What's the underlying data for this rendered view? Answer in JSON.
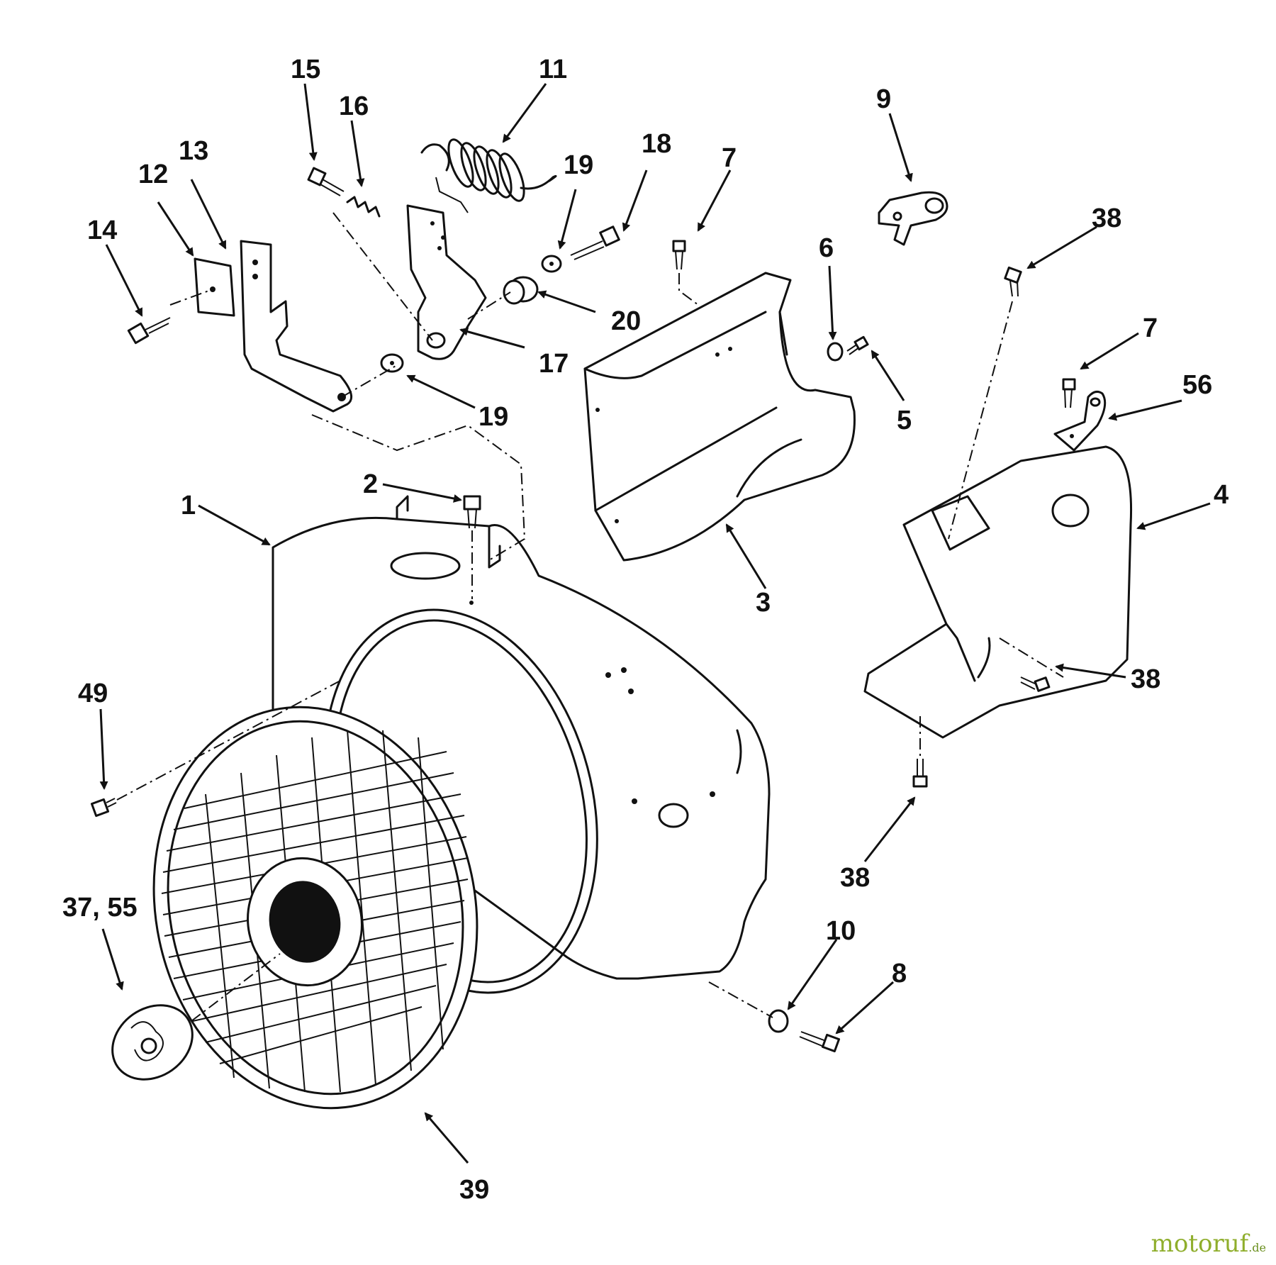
{
  "callouts": {
    "c1": "1",
    "c2": "2",
    "c3": "3",
    "c4": "4",
    "c5": "5",
    "c6": "6",
    "c7a": "7",
    "c7b": "7",
    "c8": "8",
    "c9": "9",
    "c10": "10",
    "c11": "11",
    "c12": "12",
    "c13": "13",
    "c14": "14",
    "c15": "15",
    "c16": "16",
    "c17": "17",
    "c18": "18",
    "c19a": "19",
    "c19b": "19",
    "c20": "20",
    "c37": "37, 55",
    "c38a": "38",
    "c38b": "38",
    "c38c": "38",
    "c39": "39",
    "c49": "49",
    "c56": "56"
  },
  "watermark": {
    "part1": "motoruf",
    "part2": "",
    "suffix": ".de"
  },
  "colors": {
    "ink": "#111111",
    "paper": "#ffffff",
    "wm_green": "#8fae2c",
    "wm_orange": "#d16a1c"
  }
}
